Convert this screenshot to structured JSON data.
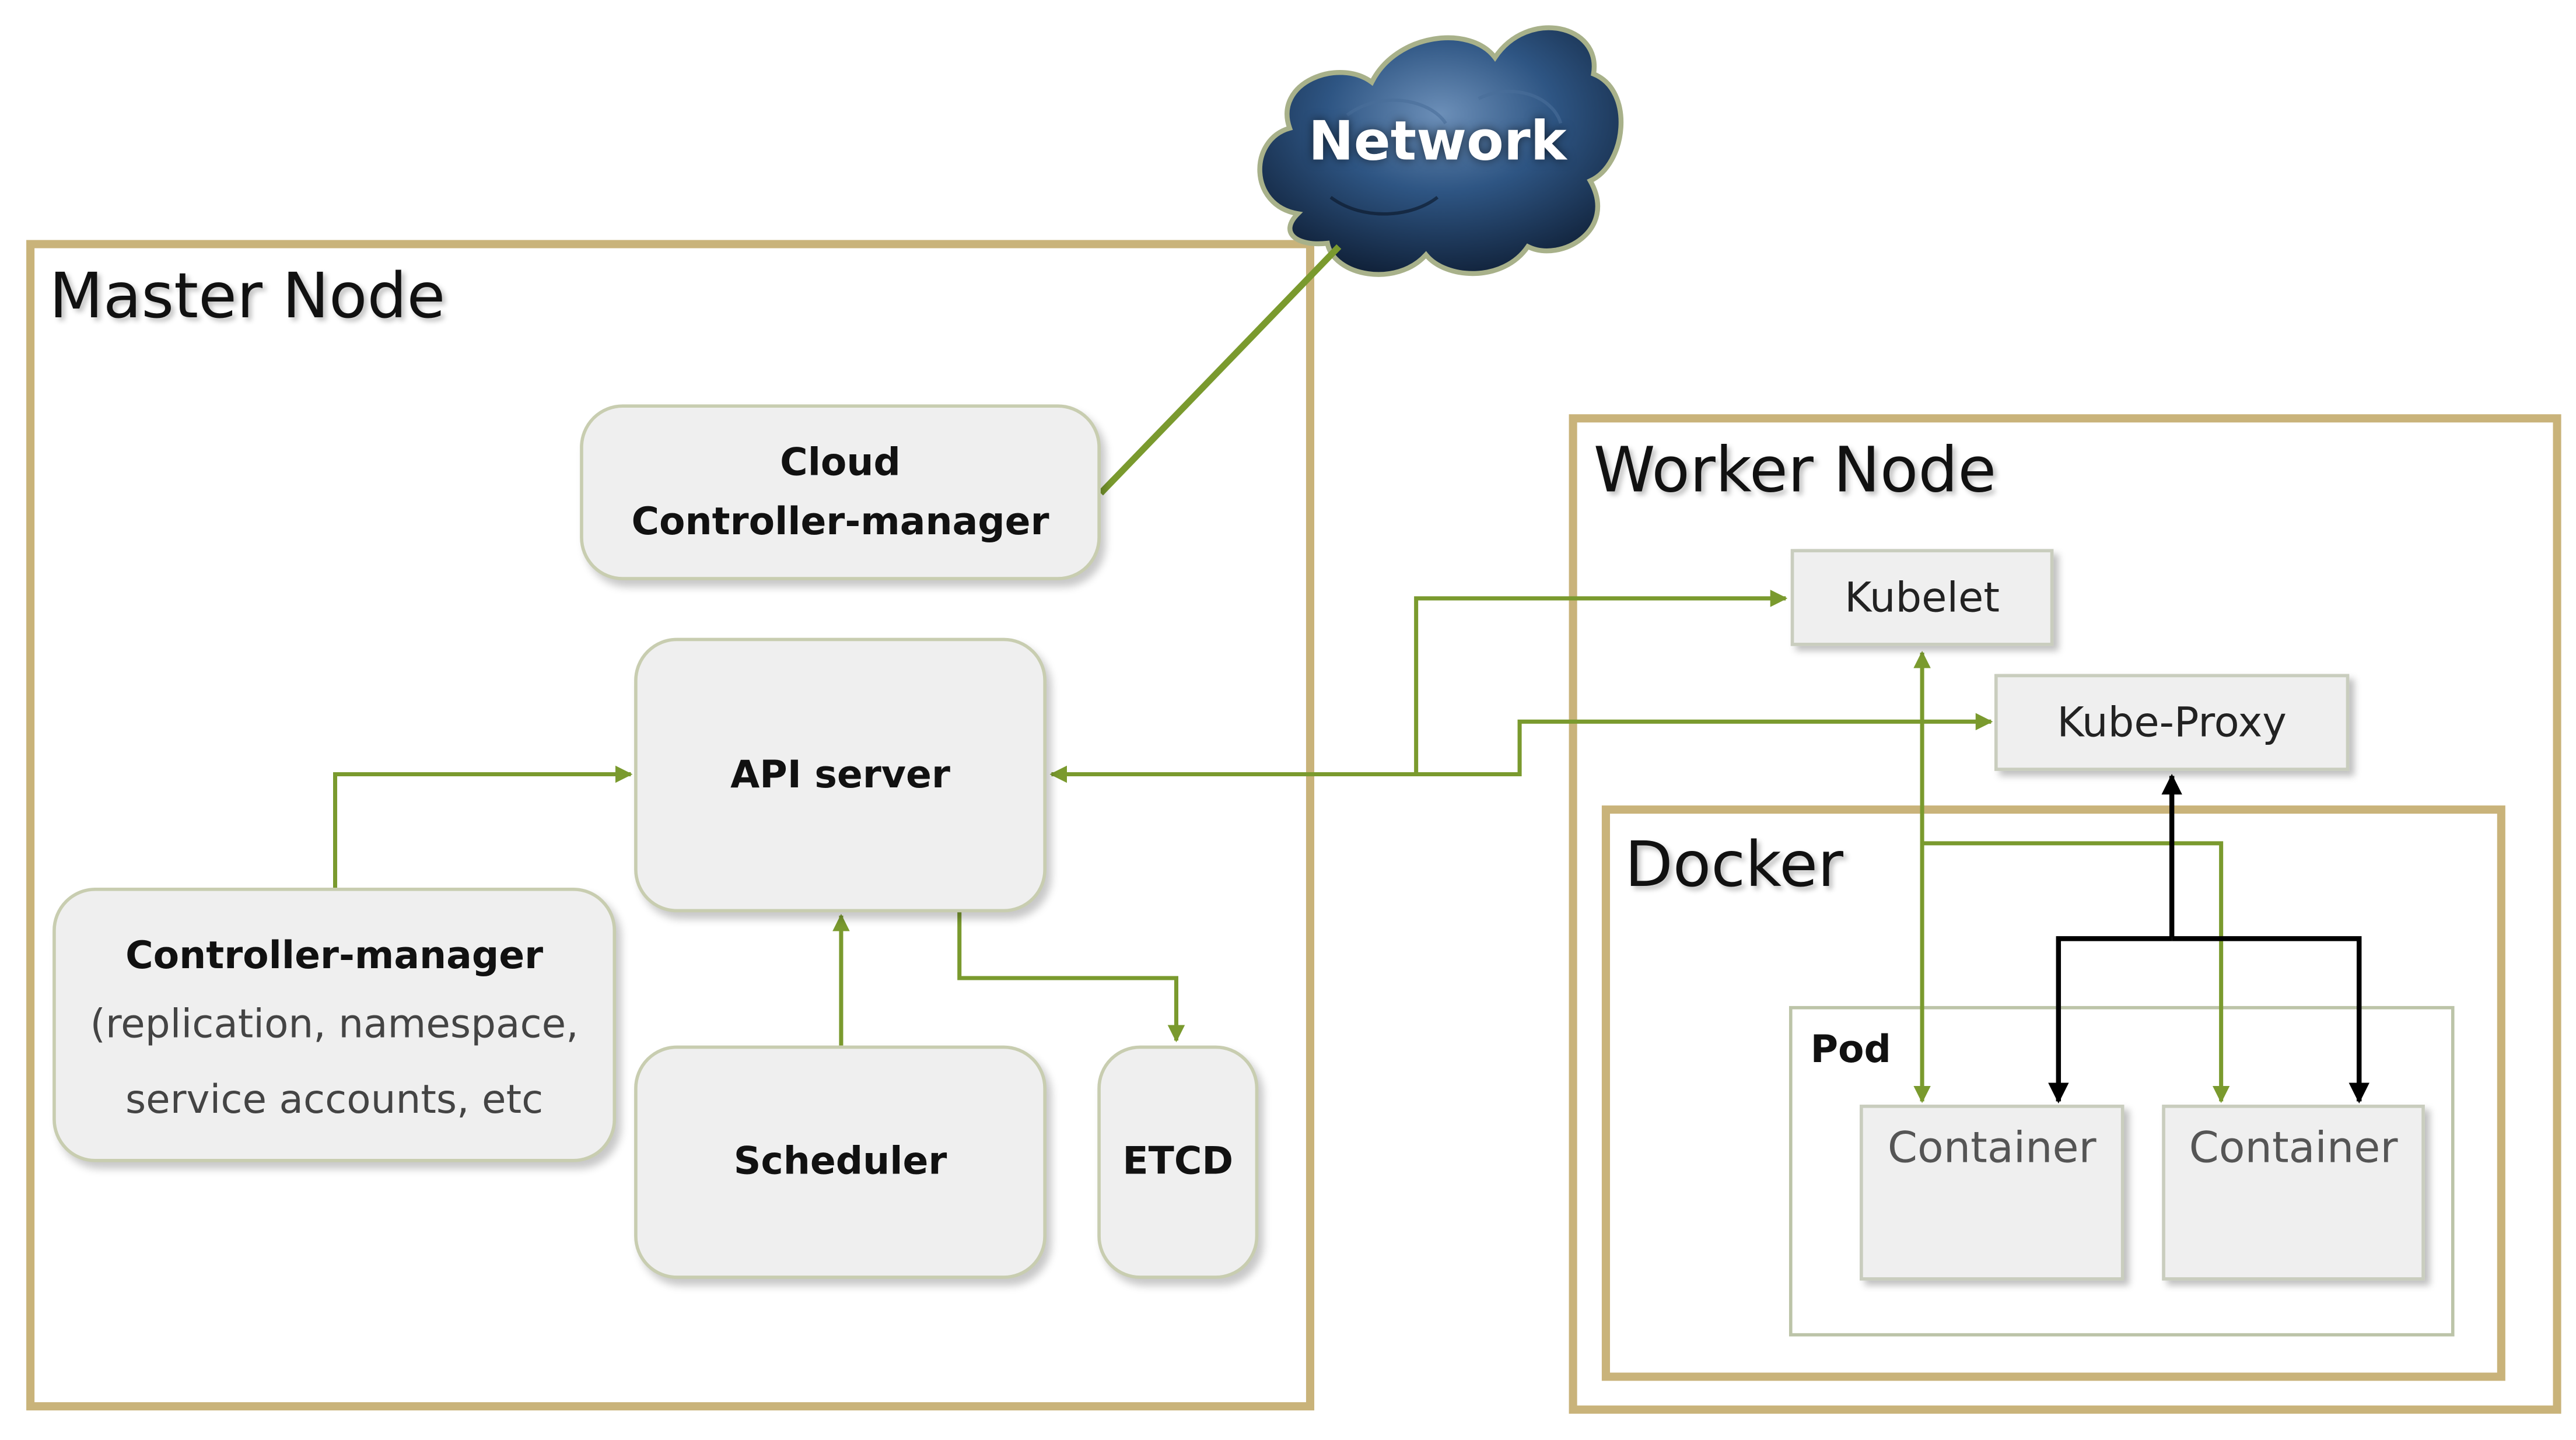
{
  "frames": {
    "master": "Master Node",
    "worker": "Worker Node",
    "docker": "Docker",
    "pod": "Pod"
  },
  "network": "Network",
  "components": {
    "cloud_controller_line1": "Cloud",
    "cloud_controller_line2": "Controller-manager",
    "api_server": "API server",
    "controller_manager_title": "Controller-manager",
    "controller_manager_line1": "(replication, namespace,",
    "controller_manager_line2": "service accounts, etc",
    "scheduler": "Scheduler",
    "etcd": "ETCD",
    "kubelet": "Kubelet",
    "kube_proxy": "Kube-Proxy",
    "container_1": "Container",
    "container_2": "Container"
  },
  "colors": {
    "frame_border": "#c9b37a",
    "green_connector": "#7a9a2e",
    "black_connector": "#000000",
    "cloud_fill": "#1d3a5e",
    "box_fill": "#efefef"
  }
}
